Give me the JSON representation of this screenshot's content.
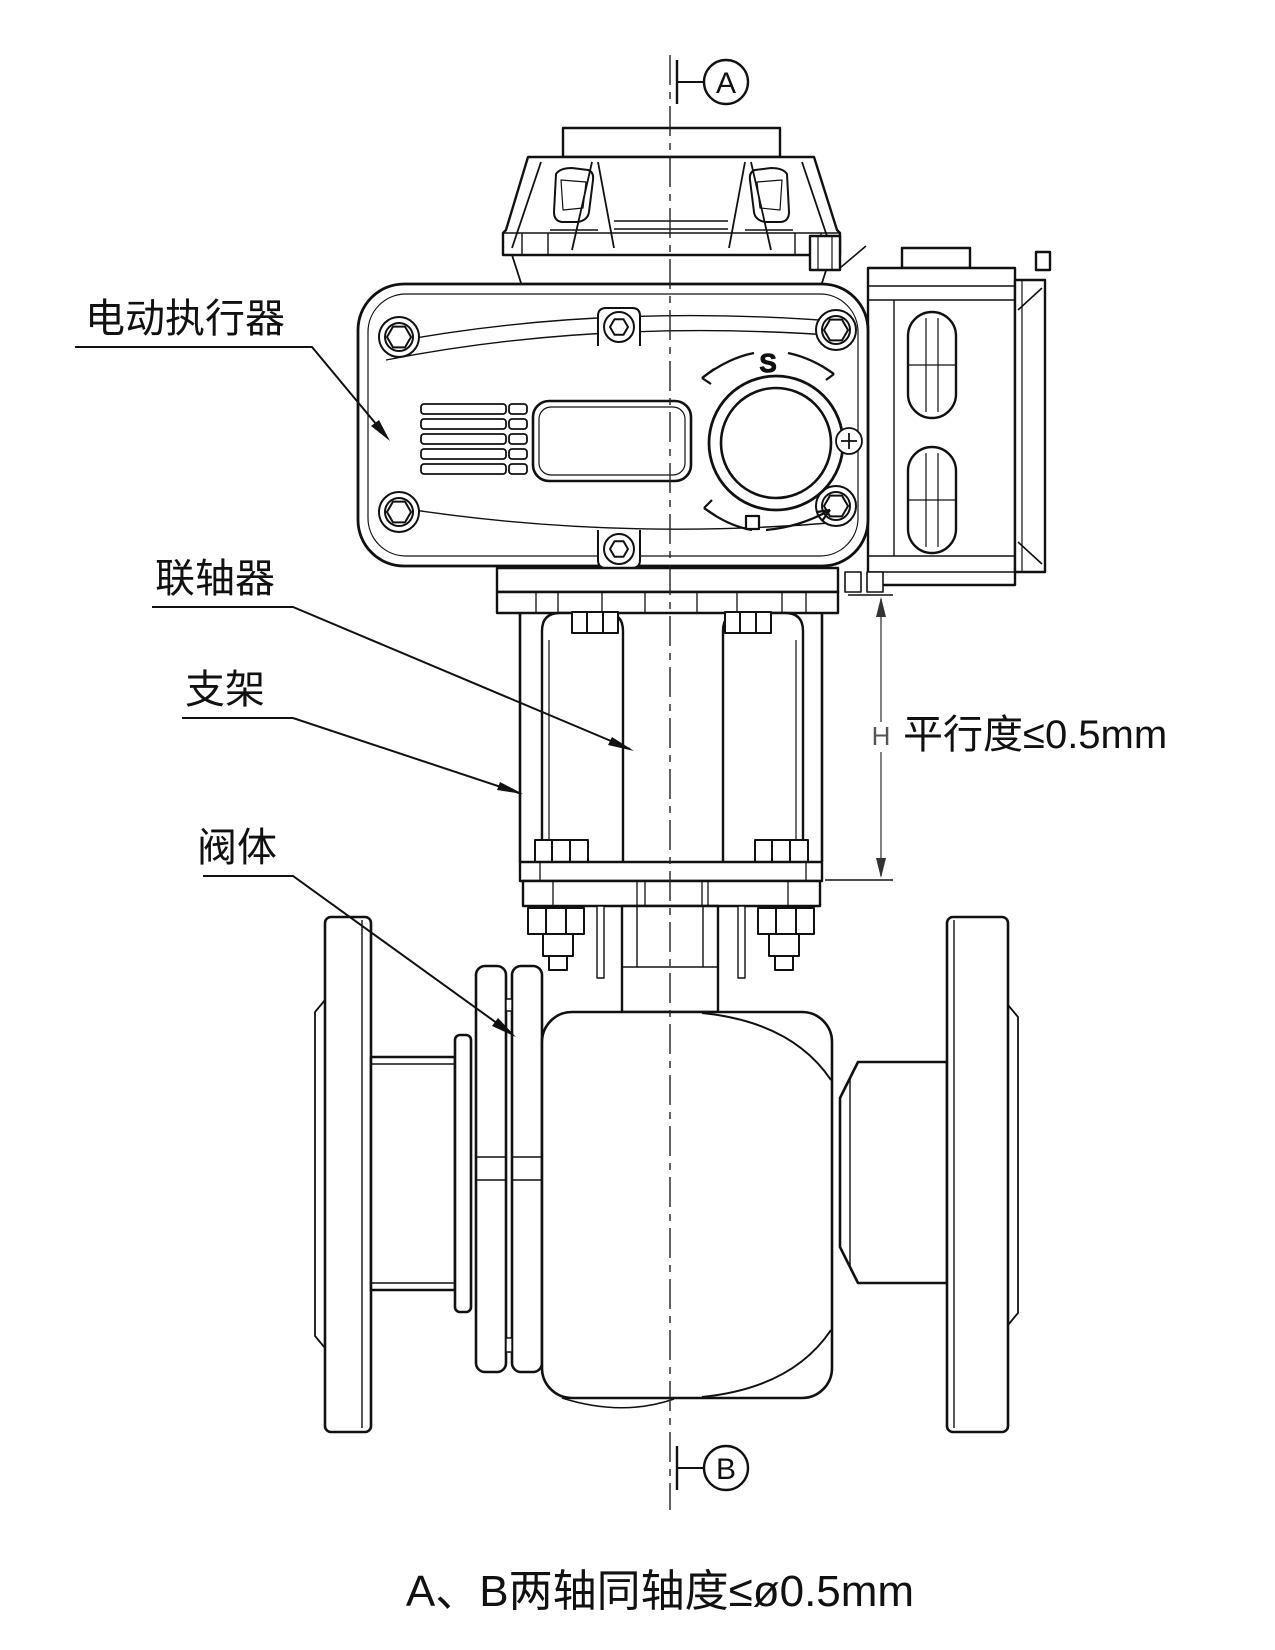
{
  "drawing": {
    "background": "#ffffff",
    "line_color": "#111111",
    "dim_color": "#555555",
    "labels": {
      "actuator": "电动执行器",
      "coupling": "联轴器",
      "bracket": "支架",
      "valve_body": "阀体"
    },
    "datum": {
      "top": "A",
      "bottom": "B"
    },
    "dimension": {
      "symbol": "H",
      "parallelism": "平行度≤0.5mm"
    },
    "caption": "A、B两轴同轴度≤ø0.5mm",
    "dial_glyph": "S"
  }
}
